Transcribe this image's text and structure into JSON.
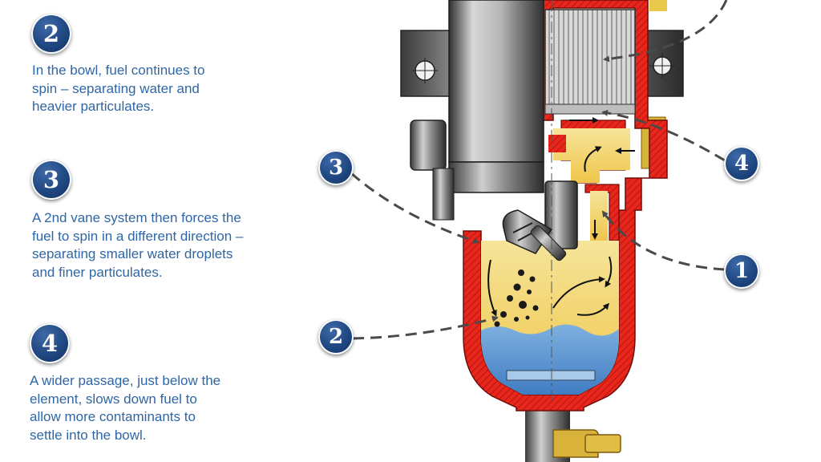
{
  "steps": [
    {
      "number": "2",
      "text": "In the bowl, fuel continues to\nspin – separating water and\nheavier particulates."
    },
    {
      "number": "3",
      "text": "A 2nd vane system then forces the\nfuel to spin in a different direction –\nseparating smaller water droplets\nand finer particulates."
    },
    {
      "number": "4",
      "text": "A wider passage, just below the\nelement, slows down fuel to\nallow more contaminants to\nsettle into the bowl."
    }
  ],
  "callouts": {
    "c1": "1",
    "c2": "2",
    "c3": "3",
    "c4": "4"
  }
}
